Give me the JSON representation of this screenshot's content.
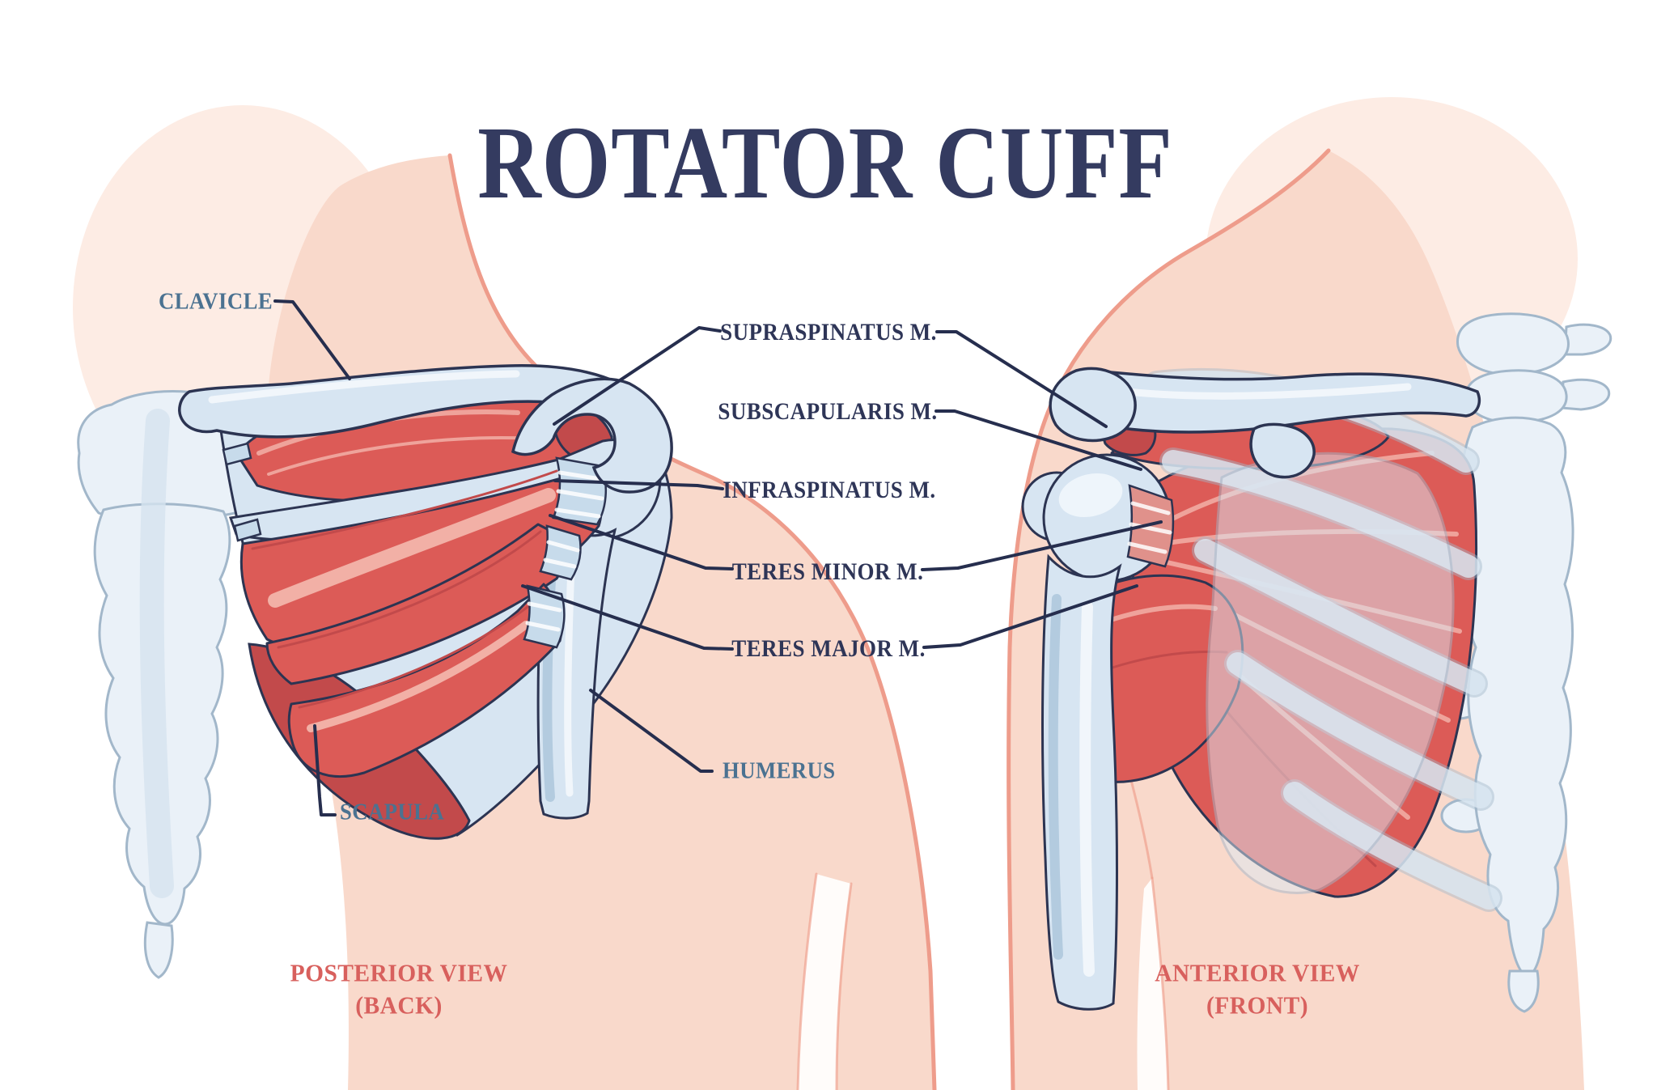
{
  "title": "ROTATOR CUFF",
  "labels": {
    "clavicle": "CLAVICLE",
    "scapula": "SCAPULA",
    "humerus": "HUMERUS",
    "supraspinatus": "SUPRASPINATUS M.",
    "subscapularis": "SUBSCAPULARIS M.",
    "infraspinatus": "INFRASPINATUS M.",
    "teres_minor": "TERES MINOR M.",
    "teres_major": "TERES MAJOR M."
  },
  "figures": {
    "posterior": {
      "caption_line1": "POSTERIOR VIEW",
      "caption_line2": "(BACK)"
    },
    "anterior": {
      "caption_line1": "ANTERIOR VIEW",
      "caption_line2": "(FRONT)"
    }
  },
  "colors": {
    "title-navy": "#343b60",
    "label-navy": "#2e3557",
    "label-steel": "#4b7291",
    "caption-coral": "#d8605d",
    "leader": "#262e4e",
    "outline": "#2c3452",
    "skin": "#f9d9cb",
    "skin-light": "#fdece4",
    "skin-line": "#ee9c8b",
    "muscle-red": "#dc5b57",
    "muscle-dark": "#c24a4b",
    "muscle-light": "#efa39b",
    "muscle-pale": "#f2b5ab",
    "bone-fill": "#d7e5f2",
    "bone-shadow": "#aac4da",
    "tendon-blue": "#c7dbeb",
    "faint-bone-fill": "#eaf1f8",
    "faint-bone-line": "#a2b7ca",
    "rib-fill": "#dce9f4"
  }
}
